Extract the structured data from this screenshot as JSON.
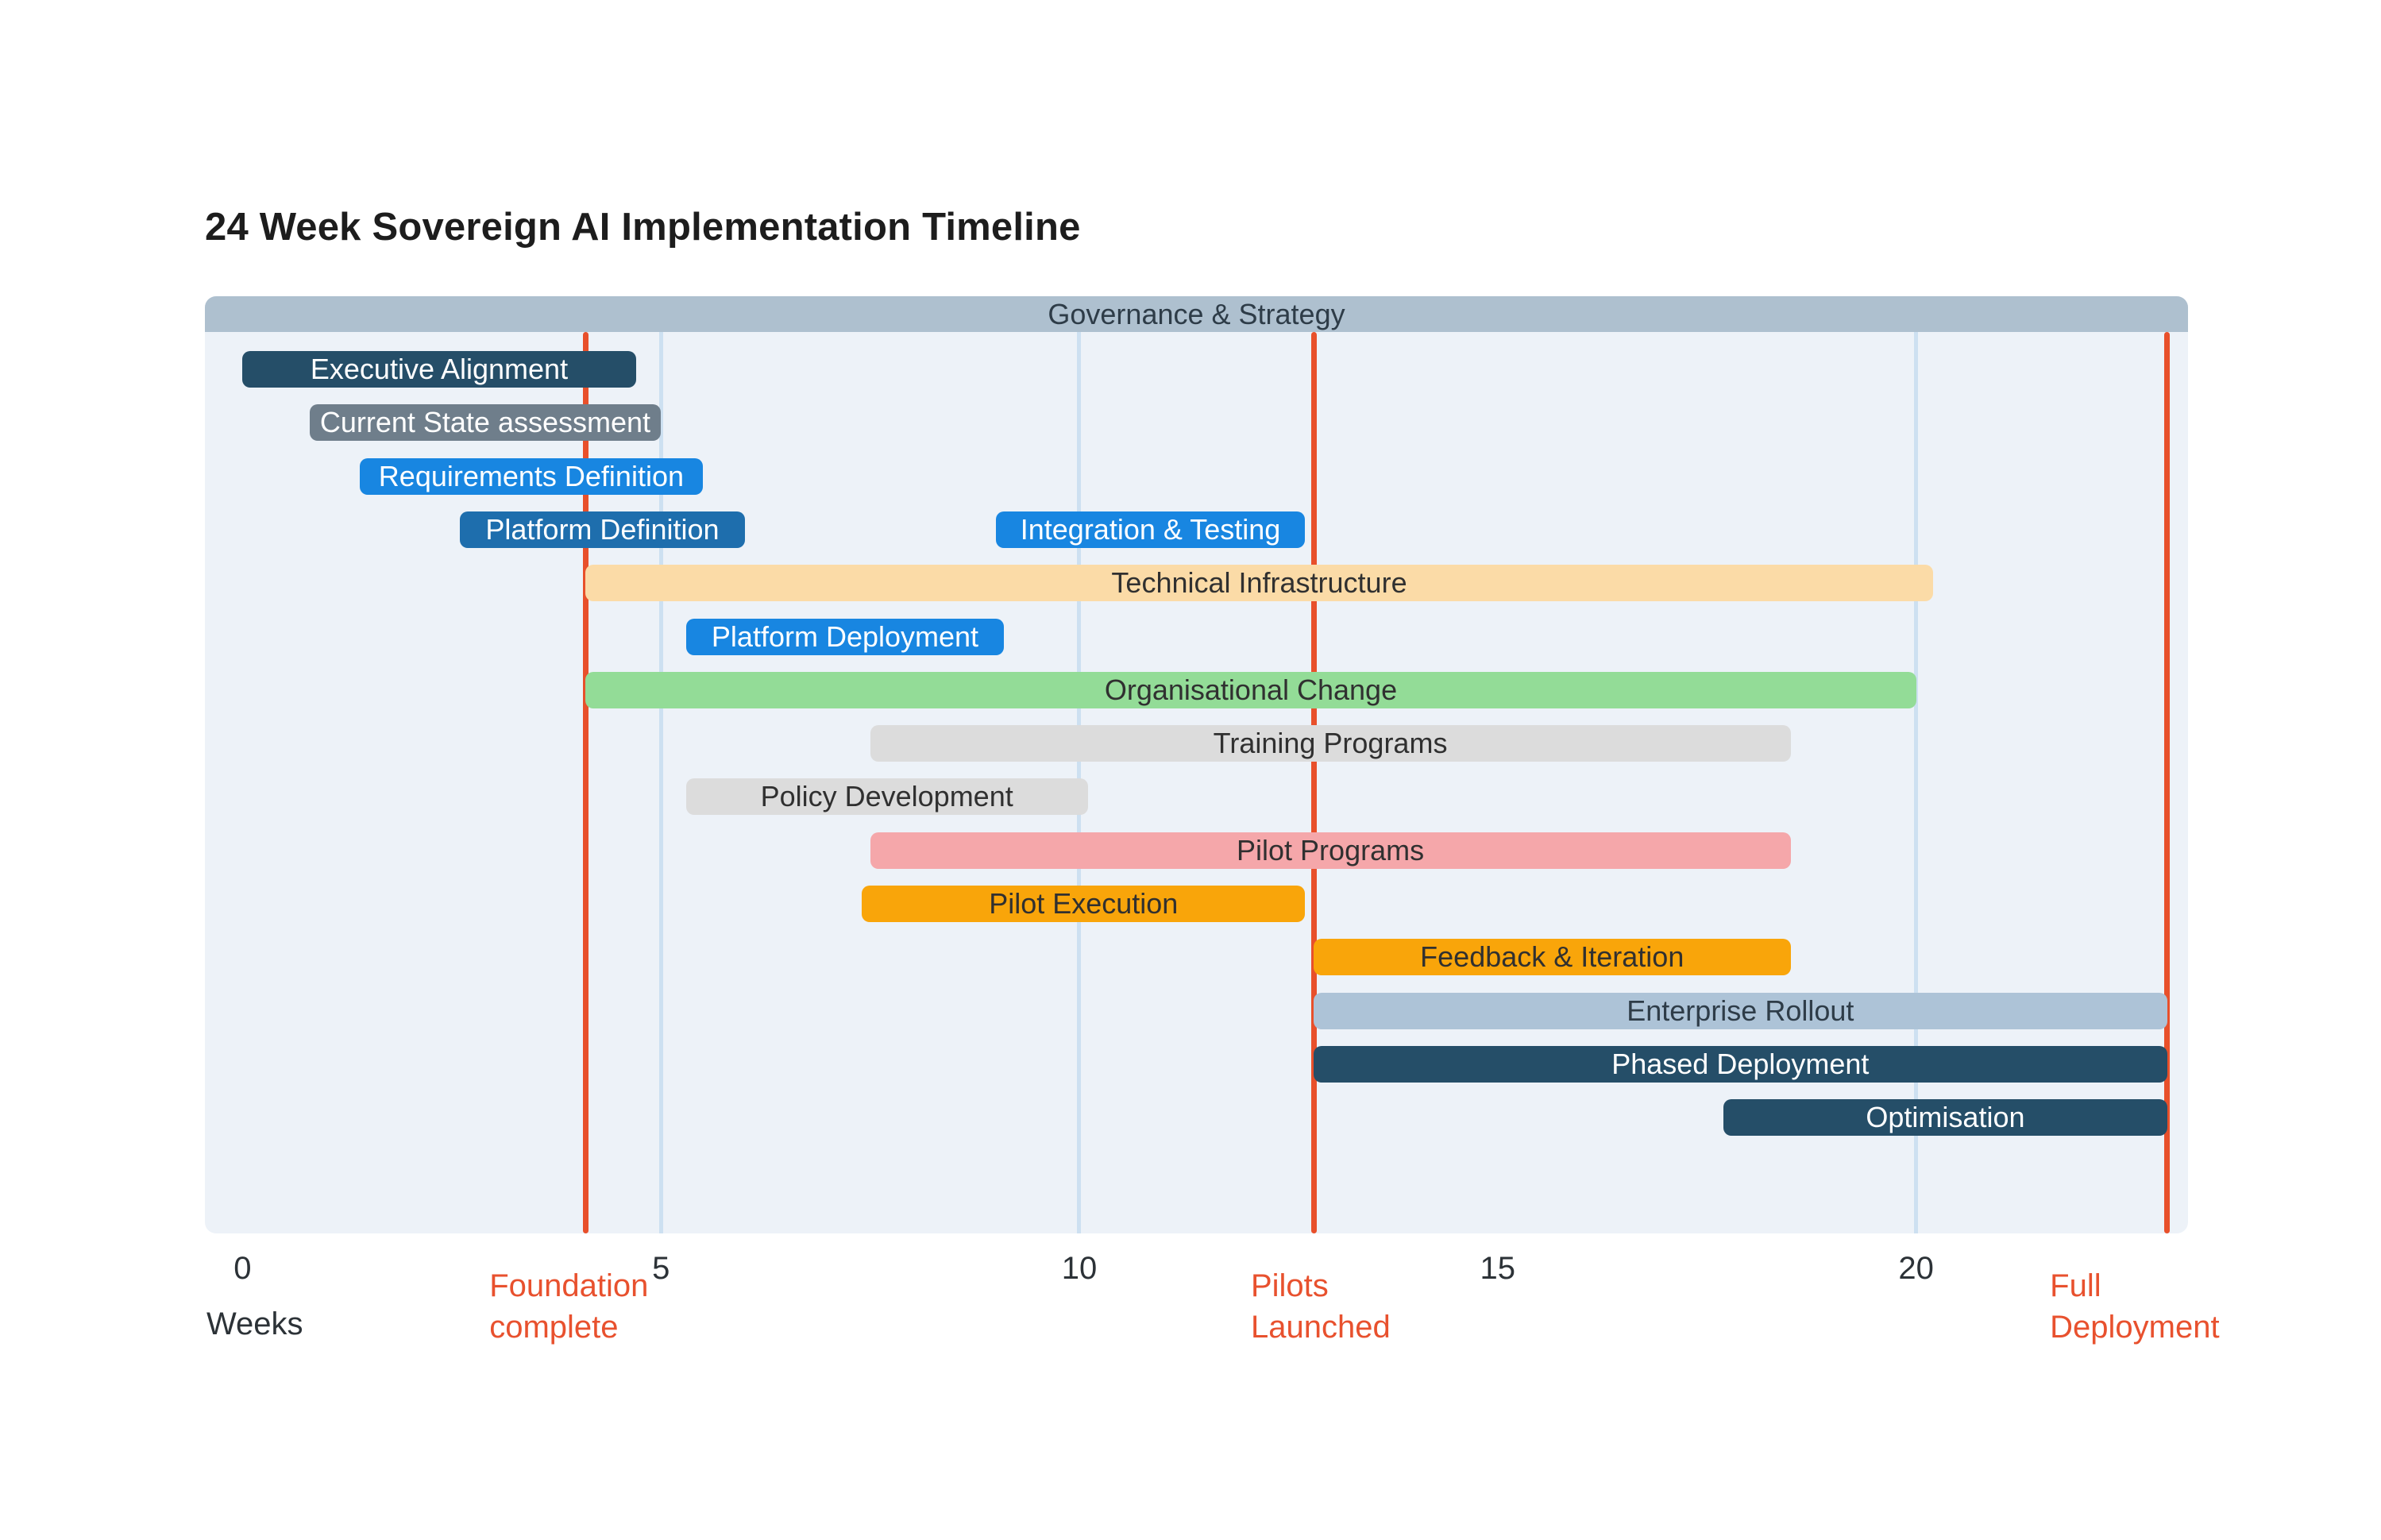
{
  "title": "24 Week Sovereign AI Implementation Timeline",
  "axis": {
    "unit_label": "Weeks",
    "ticks": [
      "0",
      "5",
      "10",
      "15",
      "20"
    ]
  },
  "chart_data": {
    "type": "gantt",
    "title": "24 Week Sovereign AI Implementation Timeline",
    "xlabel": "Weeks",
    "xlim": [
      -0.45,
      23.25
    ],
    "xticks": [
      0,
      5,
      10,
      15,
      20
    ],
    "gridlines_at_weeks": [
      5,
      10,
      20
    ],
    "grid": true,
    "header_task": {
      "label": "Governance & Strategy",
      "start": 0,
      "end": 24,
      "full_width": true,
      "color": "#aec0cf",
      "text_color": "#2e3c48"
    },
    "tasks": [
      {
        "row": 0,
        "label": "Executive Alignment",
        "start": 0,
        "end": 4.7,
        "color": "#254e68",
        "text_color": "#ffffff"
      },
      {
        "row": 1,
        "label": "Current State assessment",
        "start": 0.8,
        "end": 5.0,
        "color": "#6f7e8b",
        "text_color": "#ffffff"
      },
      {
        "row": 2,
        "label": "Requirements Definition",
        "start": 1.4,
        "end": 5.5,
        "color": "#1886e1",
        "text_color": "#ffffff"
      },
      {
        "row": 3,
        "label": "Platform Definition",
        "start": 2.6,
        "end": 6.0,
        "color": "#1e6ead",
        "text_color": "#ffffff"
      },
      {
        "row": 3,
        "label": "Integration & Testing",
        "start": 9.0,
        "end": 12.7,
        "color": "#1886e1",
        "text_color": "#ffffff"
      },
      {
        "row": 4,
        "label": "Technical Infrastructure",
        "start": 4.1,
        "end": 20.2,
        "color": "#fbdba7",
        "text_color": "#303030"
      },
      {
        "row": 5,
        "label": "Platform Deployment",
        "start": 5.3,
        "end": 9.1,
        "color": "#1886e1",
        "text_color": "#ffffff"
      },
      {
        "row": 6,
        "label": "Organisational Change",
        "start": 4.1,
        "end": 20.0,
        "color": "#93dc97",
        "text_color": "#303030"
      },
      {
        "row": 7,
        "label": "Training Programs",
        "start": 7.5,
        "end": 18.5,
        "color": "#dcdcdc",
        "text_color": "#303030"
      },
      {
        "row": 8,
        "label": "Policy Development",
        "start": 5.3,
        "end": 10.1,
        "color": "#dcdcdc",
        "text_color": "#303030"
      },
      {
        "row": 9,
        "label": "Pilot Programs",
        "start": 7.5,
        "end": 18.5,
        "color": "#f5a7aa",
        "text_color": "#303030"
      },
      {
        "row": 10,
        "label": "Pilot Execution",
        "start": 7.4,
        "end": 12.7,
        "color": "#f9a50a",
        "text_color": "#303030"
      },
      {
        "row": 11,
        "label": "Feedback & Iteration",
        "start": 12.8,
        "end": 18.5,
        "color": "#f9a50a",
        "text_color": "#303030"
      },
      {
        "row": 12,
        "label": "Enterprise Rollout",
        "start": 12.8,
        "end": 23.0,
        "color": "#adc3d7",
        "text_color": "#2e3c48"
      },
      {
        "row": 13,
        "label": "Phased Deployment",
        "start": 12.8,
        "end": 23.0,
        "color": "#254e68",
        "text_color": "#ffffff"
      },
      {
        "row": 14,
        "label": "Optimisation",
        "start": 17.7,
        "end": 23.0,
        "color": "#254e68",
        "text_color": "#ffffff"
      }
    ],
    "milestones": [
      {
        "week": 4.1,
        "caption_week": 2.95,
        "label": "Foundation complete",
        "lines": [
          "Foundation",
          "complete"
        ]
      },
      {
        "week": 12.8,
        "caption_week": 12.05,
        "label": "Pilots Launched",
        "lines": [
          "Pilots",
          "Launched"
        ]
      },
      {
        "week": 23.0,
        "caption_week": 21.6,
        "label": "Full Deployment",
        "lines": [
          "Full",
          "Deployment"
        ]
      }
    ],
    "colors": {
      "plot_background": "#edf2f8",
      "gridline": "#cde0f1",
      "milestone_line": "#e8502b",
      "milestone_text": "#e8512e",
      "tick_text": "#2c3237",
      "title_text": "#1d1d1d"
    },
    "legend": false
  }
}
